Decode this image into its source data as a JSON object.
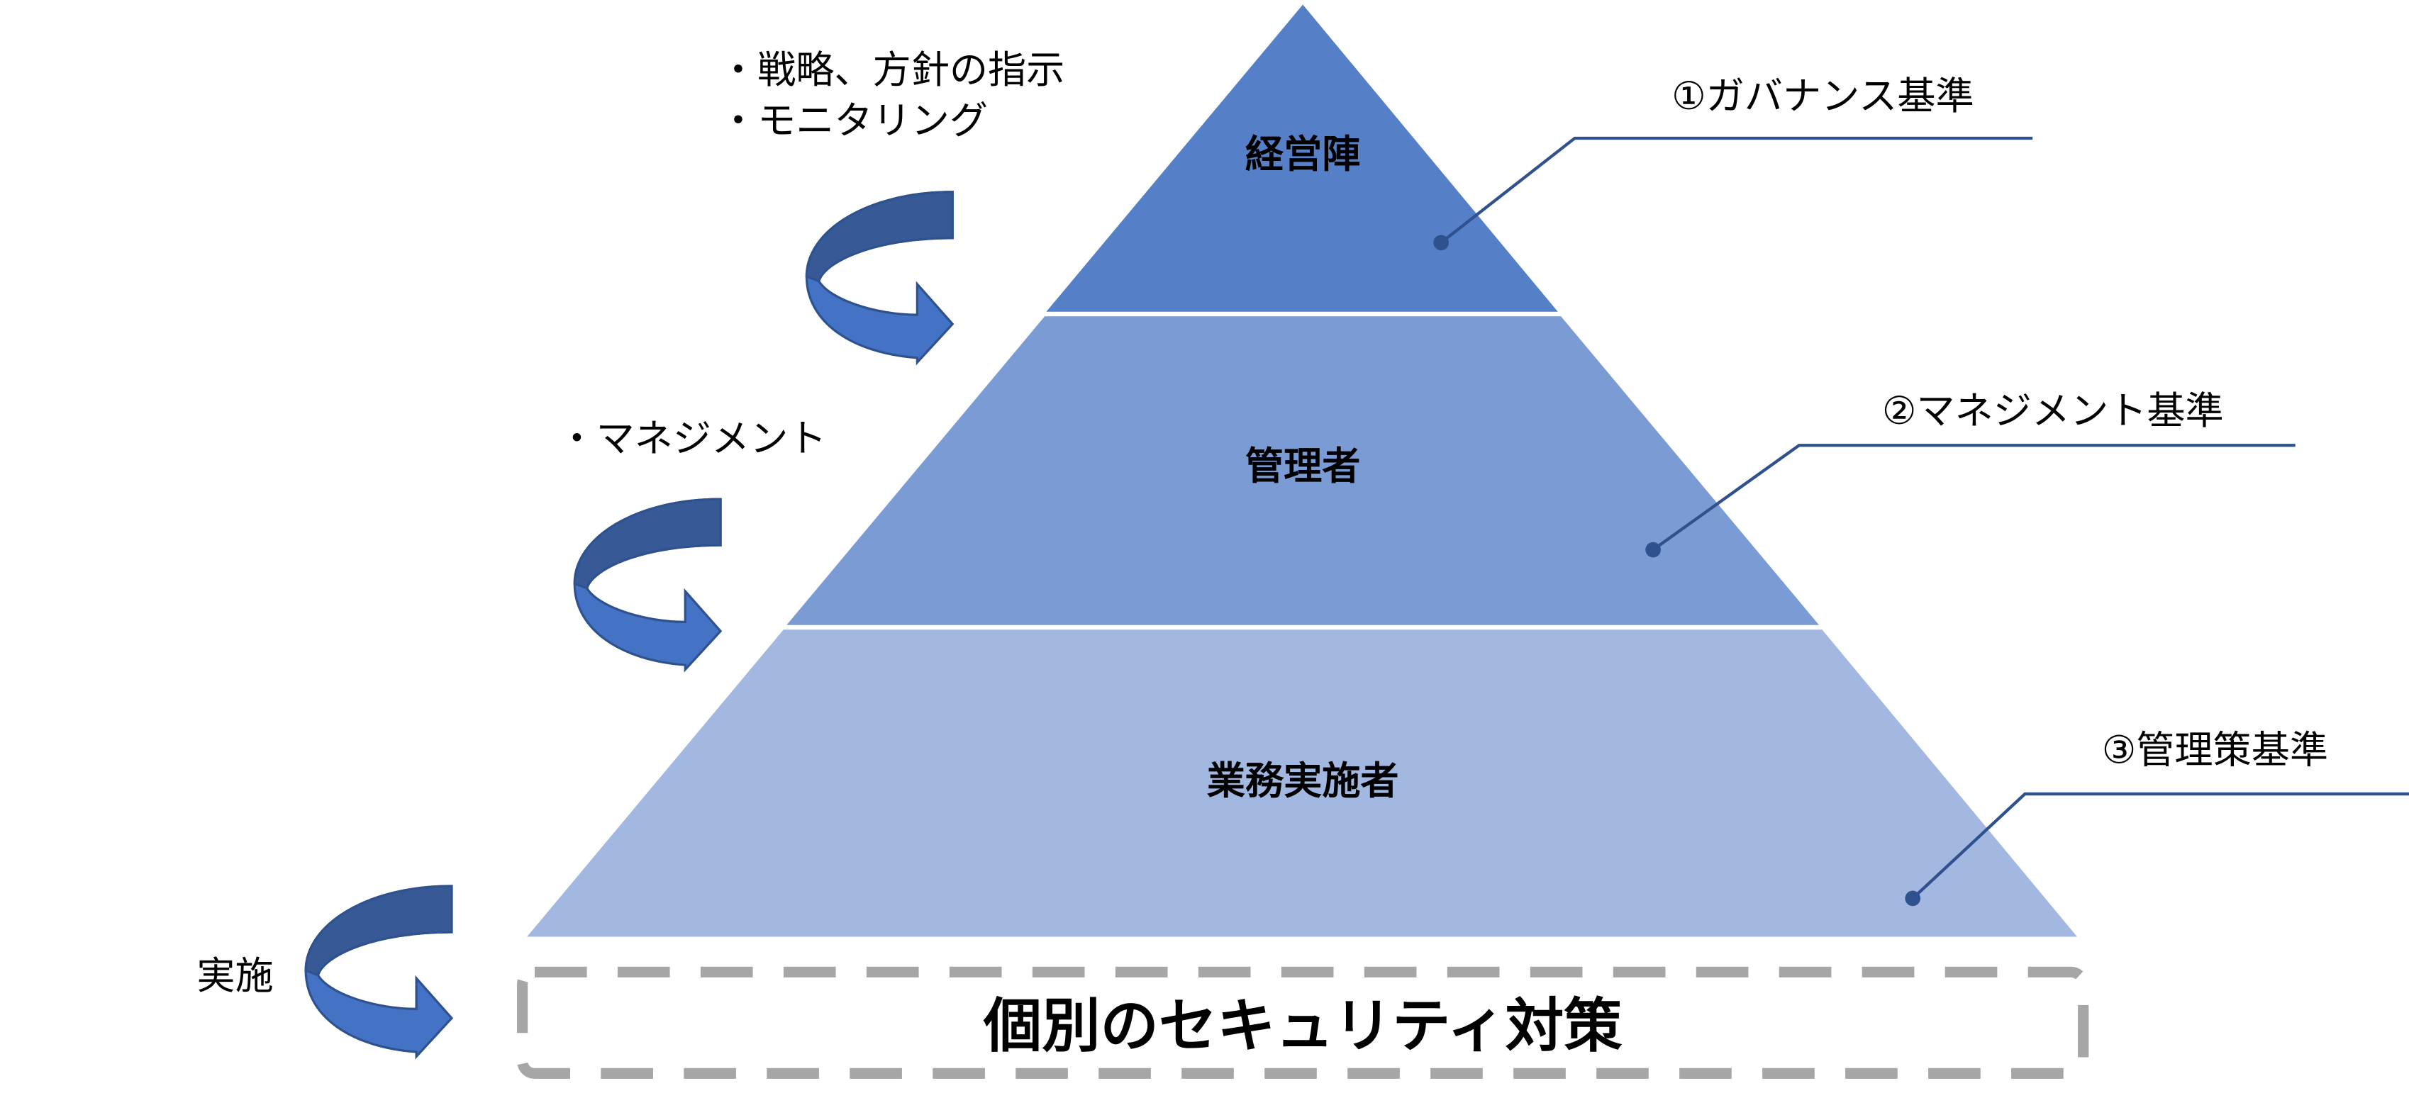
{
  "pyramid": {
    "levels": [
      {
        "label": "経営陣",
        "color": "#5580C8"
      },
      {
        "label": "管理者",
        "color": "#7B9BD5"
      },
      {
        "label": "業務実施者",
        "color": "#A2B8E0"
      }
    ]
  },
  "callouts": [
    {
      "label": "①ガバナンス基準"
    },
    {
      "label": "②マネジメント基準"
    },
    {
      "label": "③管理策基準"
    }
  ],
  "notes": {
    "top": [
      "・戦略、方針の指示",
      "・モニタリング"
    ],
    "middle": "・マネジメント",
    "bottom": "実施"
  },
  "base_box": {
    "label": "個別のセキュリティ対策",
    "border_color": "#A6A6A6"
  },
  "colors": {
    "line": "#2F528F",
    "arrow_dark": "#375A97",
    "arrow_light": "#4472C4"
  }
}
